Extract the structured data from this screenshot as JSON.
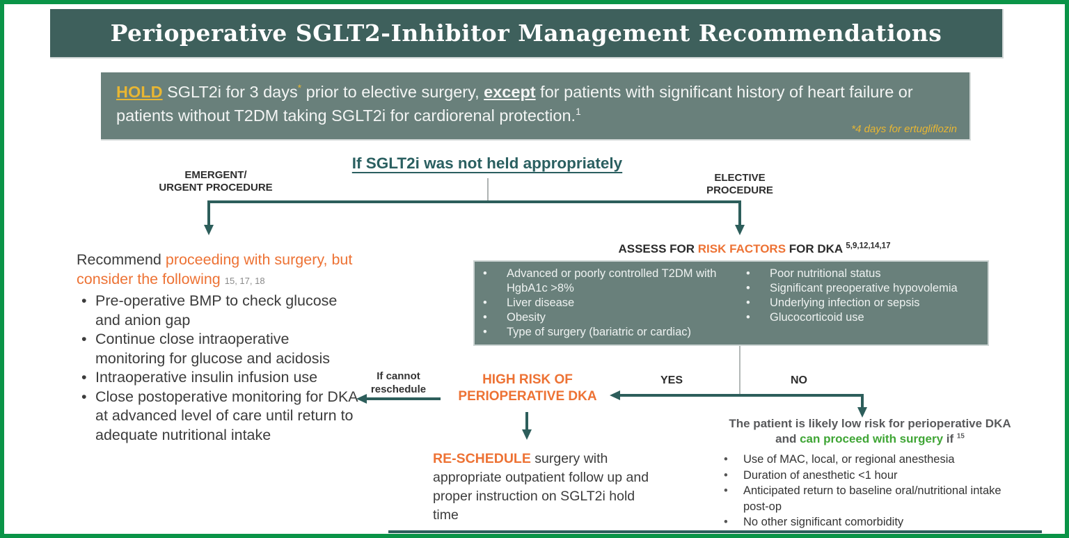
{
  "header": {
    "title": "Perioperative SGLT2-Inhibitor Management Recommendations"
  },
  "hold_box": {
    "hold": "HOLD",
    "text1": " SGLT2i for 3 days",
    "star": "*",
    "text2": " prior to elective surgery, ",
    "except": "except",
    "text3": " for patients with significant history of heart failure or patients without T2DM taking SGLT2i for cardiorenal protection.",
    "ref": "1",
    "footnote": "*4 days for ertugliflozin"
  },
  "decision": {
    "title": "If SGLT2i was not held appropriately",
    "left_label_line1": "EMERGENT/",
    "left_label_line2": "URGENT PROCEDURE",
    "right_label_line1": "ELECTIVE",
    "right_label_line2": "PROCEDURE"
  },
  "left_branch": {
    "lead": "Recommend ",
    "highlight": "proceeding with surgery, but consider the following",
    "refs": "15, 17, 18",
    "bullets": [
      "Pre-operative BMP to check glucose and anion gap",
      "Continue close intraoperative monitoring for glucose and acidosis",
      "Intraoperative insulin infusion use",
      "Close postoperative monitoring for DKA at advanced level of care until return to adequate nutritional intake"
    ]
  },
  "assess": {
    "pre": "ASSESS FOR ",
    "highlight": "RISK FACTORS",
    "post": " FOR DKA ",
    "refs": "5,9,12,14,17"
  },
  "risk_box": {
    "col1": [
      "Advanced or poorly controlled T2DM with HgbA1c >8%",
      "Liver disease",
      "Obesity",
      "Type of surgery (bariatric or cardiac)"
    ],
    "col2": [
      "Poor nutritional status",
      "Significant preoperative hypovolemia",
      "Underlying infection or sepsis",
      "Glucocorticoid use"
    ]
  },
  "middle": {
    "if_cannot_line1": "If cannot",
    "if_cannot_line2": "reschedule",
    "high_risk_line1": "HIGH RISK OF",
    "high_risk_line2": "PERIOPERATIVE DKA",
    "yes": "YES",
    "no": "NO"
  },
  "reschedule": {
    "highlight": "RE-SCHEDULE",
    "text": " surgery with appropriate outpatient follow up and proper instruction on SGLT2i hold time"
  },
  "low_risk": {
    "head1": "The patient is likely low risk for perioperative DKA and ",
    "highlight": "can proceed with surgery",
    "head2": " if ",
    "ref": "15",
    "bullets": [
      "Use of MAC, local, or regional anesthesia",
      "Duration of anesthetic <1 hour",
      "Anticipated return to baseline oral/nutritional intake post-op",
      "No other significant comorbidity"
    ]
  },
  "colors": {
    "border_green": "#0a9447",
    "header_bg": "#3e605c",
    "box_bg": "#69807b",
    "accent_gold": "#e8b633",
    "accent_orange": "#ed7234",
    "accent_green": "#3fa535",
    "teal_dark": "#2d5e5b"
  }
}
